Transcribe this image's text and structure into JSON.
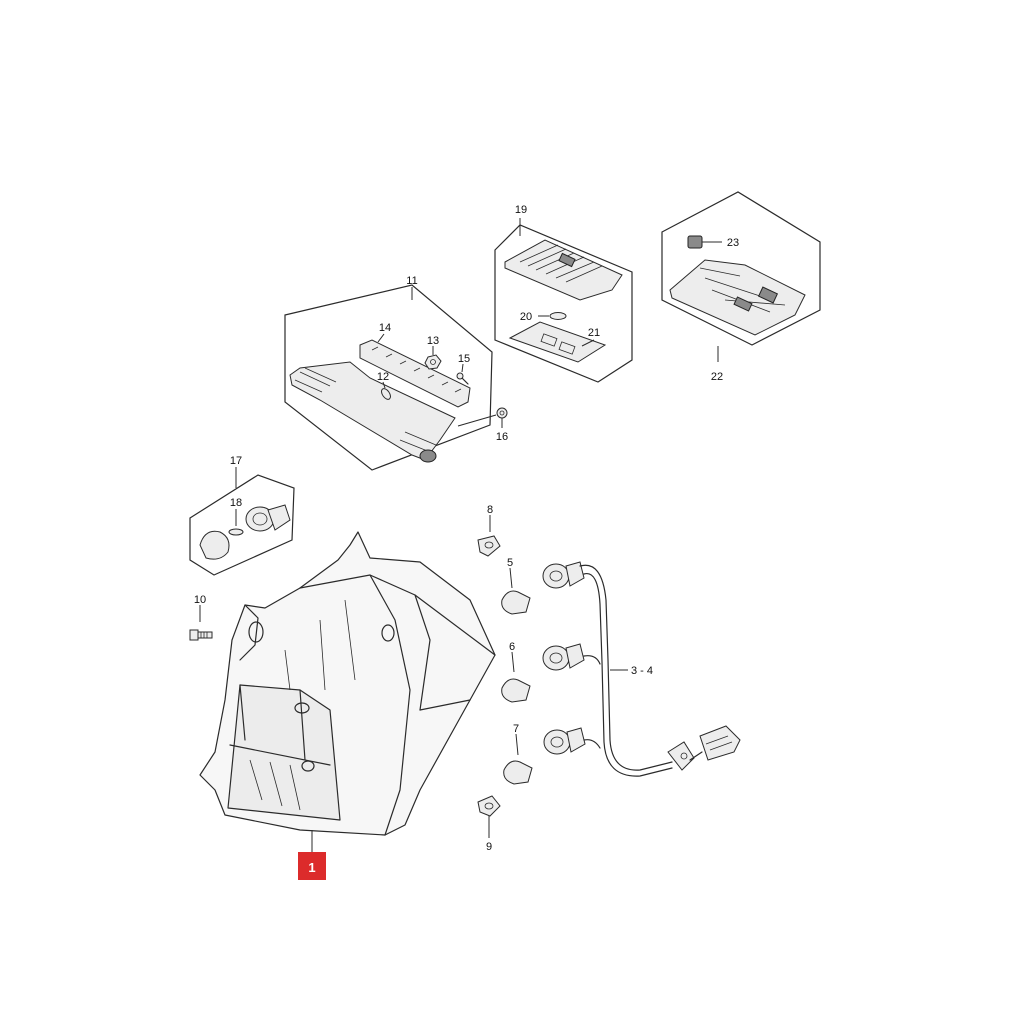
{
  "diagram": {
    "highlight_color": "#dc2b2b",
    "callouts": {
      "c1": "1",
      "c3_4": "3 - 4",
      "c5": "5",
      "c6": "6",
      "c7": "7",
      "c8": "8",
      "c9": "9",
      "c10": "10",
      "c11": "11",
      "c12": "12",
      "c13": "13",
      "c14": "14",
      "c15": "15",
      "c16": "16",
      "c17": "17",
      "c18": "18",
      "c19": "19",
      "c20": "20",
      "c21": "21",
      "c22": "22",
      "c23": "23"
    }
  }
}
